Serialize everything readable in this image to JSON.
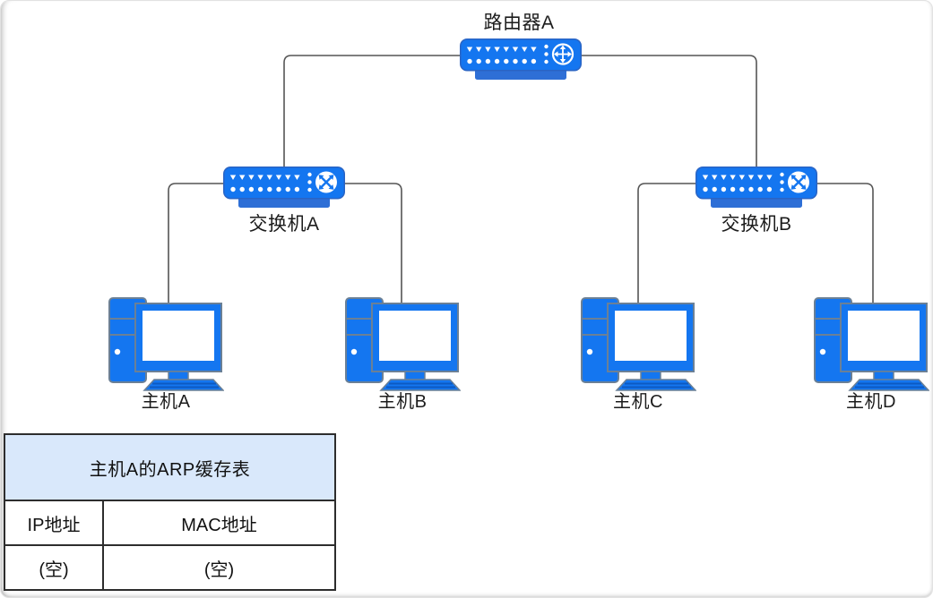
{
  "diagram": {
    "router_a": {
      "label": "路由器A",
      "type": "router"
    },
    "switch_a": {
      "label": "交换机A",
      "type": "switch"
    },
    "switch_b": {
      "label": "交换机B",
      "type": "switch"
    },
    "host_a": {
      "label": "主机A",
      "type": "host"
    },
    "host_b": {
      "label": "主机B",
      "type": "host"
    },
    "host_c": {
      "label": "主机C",
      "type": "host"
    },
    "host_d": {
      "label": "主机D",
      "type": "host"
    },
    "links": [
      "router_a-switch_a",
      "router_a-switch_b",
      "switch_a-host_a",
      "switch_a-host_b",
      "switch_b-host_c",
      "switch_b-host_d"
    ]
  },
  "arp_table": {
    "title": "主机A的ARP缓存表",
    "headers": [
      "IP地址",
      "MAC地址"
    ],
    "rows": [
      [
        "(空)",
        "(空)"
      ]
    ]
  },
  "icons": {
    "router": "router-chassis-with-cross-arrows-icon",
    "switch": "switch-chassis-with-diagonal-arrows-icon",
    "host": "desktop-computer-icon"
  },
  "colors": {
    "device_blue": "#1476F0",
    "device_base_blue": "#2e6fd6",
    "device_outline": "#6b8096",
    "wire": "#555555",
    "table_header_bg": "#d9e8fb",
    "table_border": "#2d2d2d",
    "label_text": "#1c1c1c"
  }
}
